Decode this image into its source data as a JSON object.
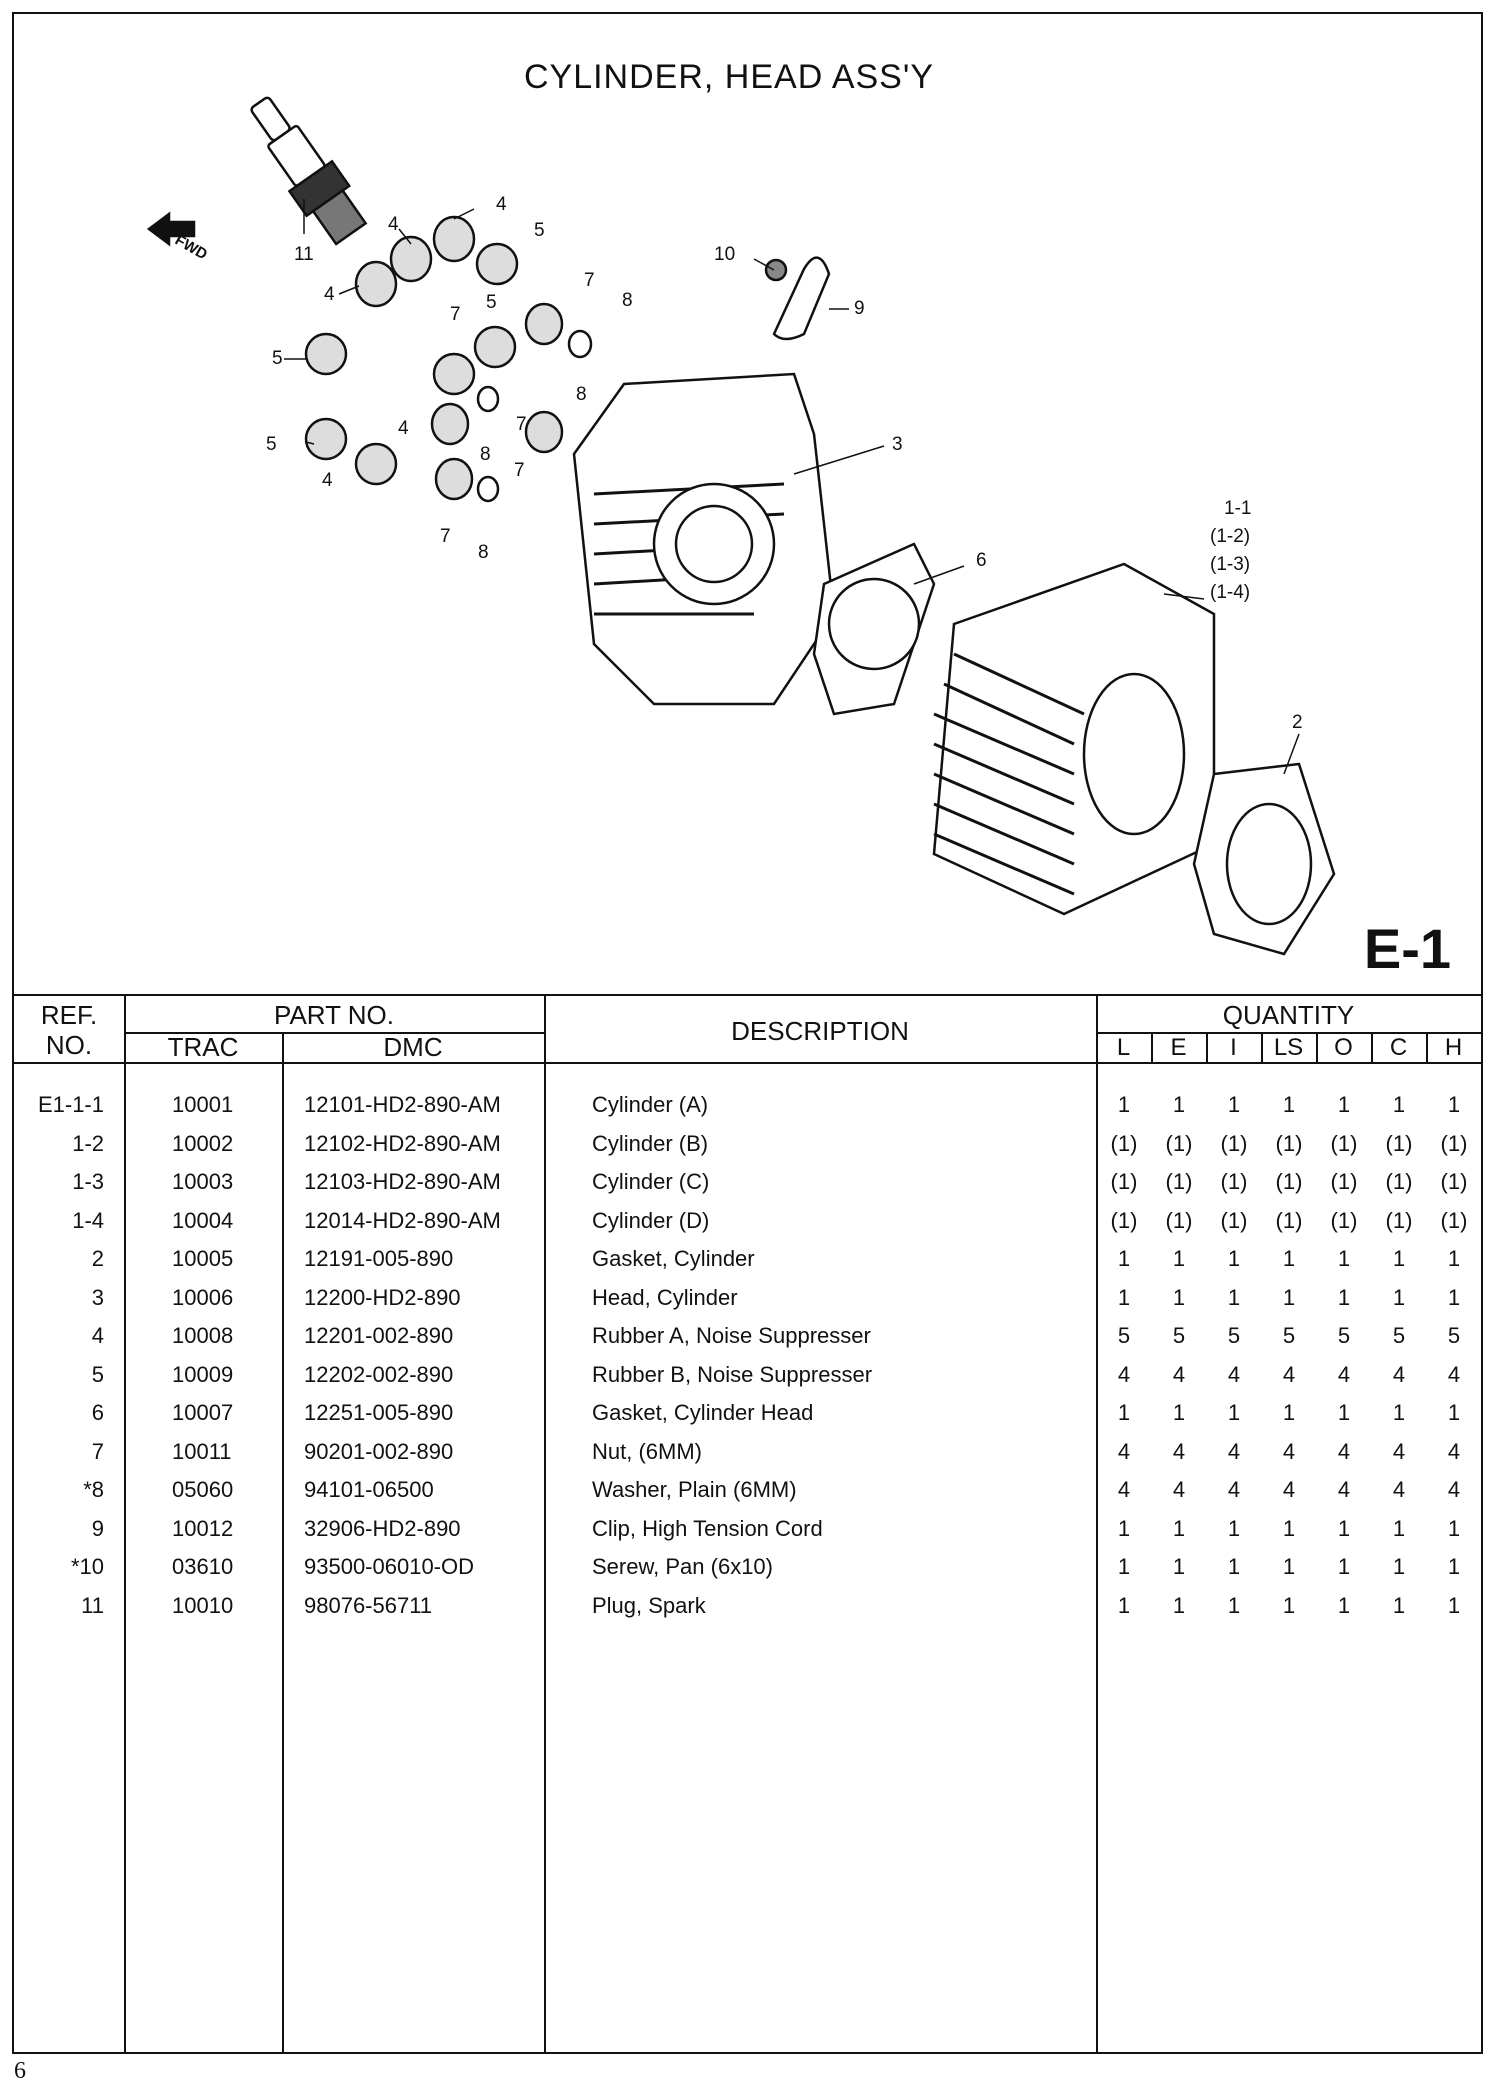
{
  "title": "CYLINDER, HEAD ASS'Y",
  "section_code": "E-1",
  "page_number": "6",
  "fwd_label": "FWD",
  "callouts": [
    {
      "id": "c11",
      "text": "11"
    },
    {
      "id": "c4a",
      "text": "4"
    },
    {
      "id": "c4b",
      "text": "4"
    },
    {
      "id": "c5a",
      "text": "5"
    },
    {
      "id": "c4c",
      "text": "4"
    },
    {
      "id": "c7a",
      "text": "7"
    },
    {
      "id": "c5b",
      "text": "5"
    },
    {
      "id": "c7b",
      "text": "7"
    },
    {
      "id": "c8a",
      "text": "8"
    },
    {
      "id": "c5c",
      "text": "5"
    },
    {
      "id": "c7c",
      "text": "7"
    },
    {
      "id": "c4d",
      "text": "4"
    },
    {
      "id": "c8b",
      "text": "8"
    },
    {
      "id": "c8c",
      "text": "8"
    },
    {
      "id": "c5d",
      "text": "5"
    },
    {
      "id": "c4e",
      "text": "4"
    },
    {
      "id": "c7d",
      "text": "7"
    },
    {
      "id": "c8d",
      "text": "8"
    },
    {
      "id": "c7e",
      "text": "7"
    },
    {
      "id": "c10",
      "text": "10"
    },
    {
      "id": "c9",
      "text": "9"
    },
    {
      "id": "c3",
      "text": "3"
    },
    {
      "id": "c6",
      "text": "6"
    },
    {
      "id": "c2",
      "text": "2"
    },
    {
      "id": "c11a",
      "text": "1-1"
    },
    {
      "id": "c12",
      "text": "(1-2)"
    },
    {
      "id": "c13",
      "text": "(1-3)"
    },
    {
      "id": "c14",
      "text": "(1-4)"
    }
  ],
  "headers": {
    "ref_line1": "REF.",
    "ref_line2": "NO.",
    "part_no": "PART NO.",
    "trac": "TRAC",
    "dmc": "DMC",
    "description": "DESCRIPTION",
    "quantity": "QUANTITY",
    "qty_cols": [
      "L",
      "E",
      "I",
      "LS",
      "O",
      "C",
      "H"
    ]
  },
  "rows": [
    {
      "ref": "E1-1-1",
      "trac": "10001",
      "dmc": "12101-HD2-890-AM",
      "desc": "Cylinder (A)",
      "qty": [
        "1",
        "1",
        "1",
        "1",
        "1",
        "1",
        "1"
      ]
    },
    {
      "ref": "1-2",
      "trac": "10002",
      "dmc": "12102-HD2-890-AM",
      "desc": "Cylinder (B)",
      "qty": [
        "(1)",
        "(1)",
        "(1)",
        "(1)",
        "(1)",
        "(1)",
        "(1)"
      ]
    },
    {
      "ref": "1-3",
      "trac": "10003",
      "dmc": "12103-HD2-890-AM",
      "desc": "Cylinder (C)",
      "qty": [
        "(1)",
        "(1)",
        "(1)",
        "(1)",
        "(1)",
        "(1)",
        "(1)"
      ]
    },
    {
      "ref": "1-4",
      "trac": "10004",
      "dmc": "12014-HD2-890-AM",
      "desc": "Cylinder (D)",
      "qty": [
        "(1)",
        "(1)",
        "(1)",
        "(1)",
        "(1)",
        "(1)",
        "(1)"
      ]
    },
    {
      "ref": "2",
      "trac": "10005",
      "dmc": "12191-005-890",
      "desc": "Gasket, Cylinder",
      "qty": [
        "1",
        "1",
        "1",
        "1",
        "1",
        "1",
        "1"
      ]
    },
    {
      "ref": "3",
      "trac": "10006",
      "dmc": "12200-HD2-890",
      "desc": "Head, Cylinder",
      "qty": [
        "1",
        "1",
        "1",
        "1",
        "1",
        "1",
        "1"
      ]
    },
    {
      "ref": "4",
      "trac": "10008",
      "dmc": "12201-002-890",
      "desc": "Rubber A, Noise Suppresser",
      "qty": [
        "5",
        "5",
        "5",
        "5",
        "5",
        "5",
        "5"
      ]
    },
    {
      "ref": "5",
      "trac": "10009",
      "dmc": "12202-002-890",
      "desc": "Rubber B, Noise Suppresser",
      "qty": [
        "4",
        "4",
        "4",
        "4",
        "4",
        "4",
        "4"
      ]
    },
    {
      "ref": "6",
      "trac": "10007",
      "dmc": "12251-005-890",
      "desc": "Gasket, Cylinder Head",
      "qty": [
        "1",
        "1",
        "1",
        "1",
        "1",
        "1",
        "1"
      ]
    },
    {
      "ref": "7",
      "trac": "10011",
      "dmc": "90201-002-890",
      "desc": "Nut, (6MM)",
      "qty": [
        "4",
        "4",
        "4",
        "4",
        "4",
        "4",
        "4"
      ]
    },
    {
      "ref": "*8",
      "trac": "05060",
      "dmc": "94101-06500",
      "desc": "Washer, Plain (6MM)",
      "qty": [
        "4",
        "4",
        "4",
        "4",
        "4",
        "4",
        "4"
      ]
    },
    {
      "ref": "9",
      "trac": "10012",
      "dmc": "32906-HD2-890",
      "desc": "Clip, High Tension Cord",
      "qty": [
        "1",
        "1",
        "1",
        "1",
        "1",
        "1",
        "1"
      ]
    },
    {
      "ref": "*10",
      "trac": "03610",
      "dmc": "93500-06010-OD",
      "desc": "Serew, Pan (6x10)",
      "qty": [
        "1",
        "1",
        "1",
        "1",
        "1",
        "1",
        "1"
      ]
    },
    {
      "ref": "11",
      "trac": "10010",
      "dmc": "98076-56711",
      "desc": "Plug, Spark",
      "qty": [
        "1",
        "1",
        "1",
        "1",
        "1",
        "1",
        "1"
      ]
    }
  ]
}
